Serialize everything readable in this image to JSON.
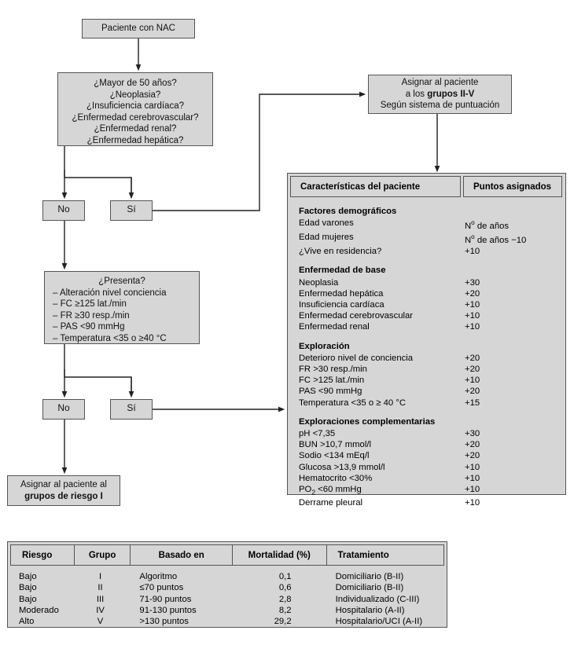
{
  "flow": {
    "start": {
      "label": "Paciente con NAC"
    },
    "criteria": {
      "lines": [
        "¿Mayor de 50 años?",
        "¿Neoplasia?",
        "¿Insuficiencia cardíaca?",
        "¿Enfermedad cerebrovascular?",
        "¿Enfermedad renal?",
        "¿Enfermedad hepática?"
      ]
    },
    "branch1": {
      "no_label": "No",
      "si_label": "Sí"
    },
    "presenta": {
      "heading": "¿Presenta?",
      "items": [
        "– Alteración nivel conciencia",
        "– FC ≥125 lat./min",
        "– FR ≥30 resp./min",
        "– PAS <90 mmHg",
        "– Temperatura <35 o ≥40 °C"
      ]
    },
    "branch2": {
      "no_label": "No",
      "si_label": "Sí"
    },
    "risk_group_1": {
      "line1": "Asignar al paciente al",
      "line2_bold": "grupos de riesgo I"
    },
    "assign": {
      "line1": "Asignar al paciente",
      "line2_prefix": "a los ",
      "line2_bold": "grupos II-V",
      "line3": "Según sistema de puntuación"
    }
  },
  "points_table": {
    "headers": [
      "Características del paciente",
      "Puntos asignados"
    ],
    "groups": [
      {
        "title": "Factores demográficos",
        "rows": [
          {
            "label": "Edad varones",
            "points": "Nº de años"
          },
          {
            "label": "Edad mujeres",
            "points": "Nº de años −10"
          },
          {
            "label": "¿Vive en residencia?",
            "points": "+10"
          }
        ]
      },
      {
        "title": "Enfermedad de base",
        "rows": [
          {
            "label": "Neoplasia",
            "points": "+30"
          },
          {
            "label": "Enfermedad hepática",
            "points": "+20"
          },
          {
            "label": "Insuficiencia cardíaca",
            "points": "+10"
          },
          {
            "label": "Enfermedad cerebrovascular",
            "points": "+10"
          },
          {
            "label": "Enfermedad renal",
            "points": "+10"
          }
        ]
      },
      {
        "title": "Exploración",
        "rows": [
          {
            "label": "Deterioro nivel de conciencia",
            "points": "+20"
          },
          {
            "label": "FR >30 resp./min",
            "points": "+20"
          },
          {
            "label": "FC >125 lat./min",
            "points": "+10"
          },
          {
            "label": "PAS <90 mmHg",
            "points": "+20"
          },
          {
            "label": "Temperatura <35 o ≥ 40 °C",
            "points": "+15"
          }
        ]
      },
      {
        "title": "Exploraciones complementarias",
        "rows": [
          {
            "label": "pH <7,35",
            "points": "+30"
          },
          {
            "label": "BUN >10,7 mmol/l",
            "points": "+20"
          },
          {
            "label": "Sodio <134 mEq/l",
            "points": "+20"
          },
          {
            "label": "Glucosa >13,9 mmol/l",
            "points": "+10"
          },
          {
            "label": "Hematocrito <30%",
            "points": "+10"
          },
          {
            "label": "PO₂ <60 mmHg",
            "points": "+10"
          },
          {
            "label": "Derrame pleural",
            "points": "+10"
          }
        ]
      }
    ]
  },
  "risk_table": {
    "headers": [
      "Riesgo",
      "Grupo",
      "Basado en",
      "Mortalidad (%)",
      "Tratamiento"
    ],
    "rows": [
      {
        "riesgo": "Bajo",
        "grupo": "I",
        "basado": "Algoritmo",
        "mortalidad": "0,1",
        "tratamiento": "Domiciliario (B-II)"
      },
      {
        "riesgo": "Bajo",
        "grupo": "II",
        "basado": "≤70 puntos",
        "mortalidad": "0,6",
        "tratamiento": "Domiciliario (B-II)"
      },
      {
        "riesgo": "Bajo",
        "grupo": "III",
        "basado": "71-90 puntos",
        "mortalidad": "2,8",
        "tratamiento": "Individualizado (C-III)"
      },
      {
        "riesgo": "Moderado",
        "grupo": "IV",
        "basado": "91-130 puntos",
        "mortalidad": "8,2",
        "tratamiento": "Hospitalario (A-II)"
      },
      {
        "riesgo": "Alto",
        "grupo": "V",
        "basado": ">130 puntos",
        "mortalidad": "29,2",
        "tratamiento": "Hospitalario/UCI (A-II)"
      }
    ]
  },
  "colors": {
    "box_fill": "#d6d6d6",
    "border": "#555555",
    "background": "#ffffff",
    "text": "#111111"
  }
}
